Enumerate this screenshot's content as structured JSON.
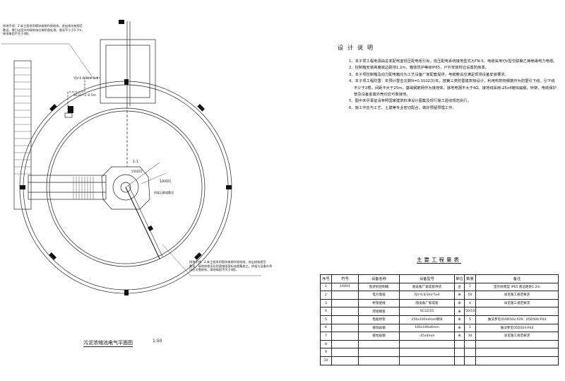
{
  "plan": {
    "note_top": [
      "接地干线：2.本工程采用镀锌扁钢作接地线，进出线均按规范",
      "敷设，需引出室外的接地体应做防腐处理，埋深不小于0.7m，",
      "接地电阻不大于4欧。"
    ],
    "note_bottom": [
      "接地干线：2.本工程采用镀锌扁钢作接地线，进出线按规范",
      "敷设，接地体埋深及防腐按国家标准图集施工，桥架与设备外壳",
      "均应可靠接地，接地电阻不大于4欧。"
    ],
    "cable_label": "YJV-0.6/1kV-5x4",
    "conduit_label": "SC32 FC-0.5m",
    "box_label": "1AX01",
    "bridge_label": "桥架沿廊道敷设",
    "section_label": "1-1",
    "section_sub": "Y05D01",
    "caption": "污泥浓缩池电气平面图",
    "scale": "1:50"
  },
  "notes": {
    "title": "设计说明",
    "items": [
      "1、本子项工程电源由总变配电室低压配电柜引出，低压配电系统接地型式为TN-S，电缆采用YJV型交联聚乙烯绝缘电力电缆。",
      "2、控制箱安装高度底边距地1.2m，箱体防护等级IP65，户外安装时应设置防雨罩。",
      "3、本子项控制箱及动力配电箱均为工艺设备厂家配套提供，电缆敷设应满足现场设备安装要求。",
      "4、本子项工程防雷：年预计雷击次数N=0.0102次/年，按第三类防雷建筑物设计，利用构筑物钢筋作为防雷引下线，引下线不少于2根，间距不大于25m，基础钢筋网作为接地体，接地电阻不大于4Ω。接地线采用-25x4镀锌扁钢，桥架、电缆保护管及设备金属外壳均应可靠接地。",
      "5、图中未尽事宜请参照国家建筑标准设计图集及现行施工验收规范执行。",
      "6、施工中应与工艺、土建等专业密切配合，做好预留预埋工作。"
    ]
  },
  "table": {
    "title": "主要工程量表",
    "headers": [
      "序号",
      "符号",
      "设备名称",
      "设备型号",
      "单位",
      "数量",
      "备注"
    ],
    "rows": [
      [
        "1",
        "1AX01",
        "刮泥机控制箱",
        "随设备厂家成套供货",
        "台",
        "1",
        "室外防雨型 IP65 底边距地1.2m"
      ],
      [
        "2",
        "",
        "电力电缆",
        "YJV-0.6/1kV-5x4",
        "米",
        "50",
        "详见施工规范要求"
      ],
      [
        "3",
        "",
        "桥架配线",
        "随设备厂家成套",
        "米",
        "4",
        "详见施工规范要求"
      ],
      [
        "4",
        "",
        "焊接钢管",
        "SC32/25",
        "米",
        "50/10",
        ""
      ],
      [
        "5",
        "",
        "电缆桥架",
        "250x100x4mm镀锌",
        "米",
        "5",
        "做法参见05SD502-P29、05D504-P44"
      ],
      [
        "6",
        "",
        "镀锌扁钢",
        "100x100x6mm",
        "米",
        "1",
        "做法参见05D504-P44"
      ],
      [
        "7",
        "",
        "接地扁钢",
        "-25x4mm",
        "米",
        "30",
        "详见施工规范要求"
      ],
      [
        "8",
        "",
        "",
        "",
        "",
        "",
        ""
      ],
      [
        "9",
        "",
        "",
        "",
        "",
        "",
        ""
      ],
      [
        "10",
        "",
        "",
        "",
        "",
        "",
        ""
      ]
    ]
  }
}
